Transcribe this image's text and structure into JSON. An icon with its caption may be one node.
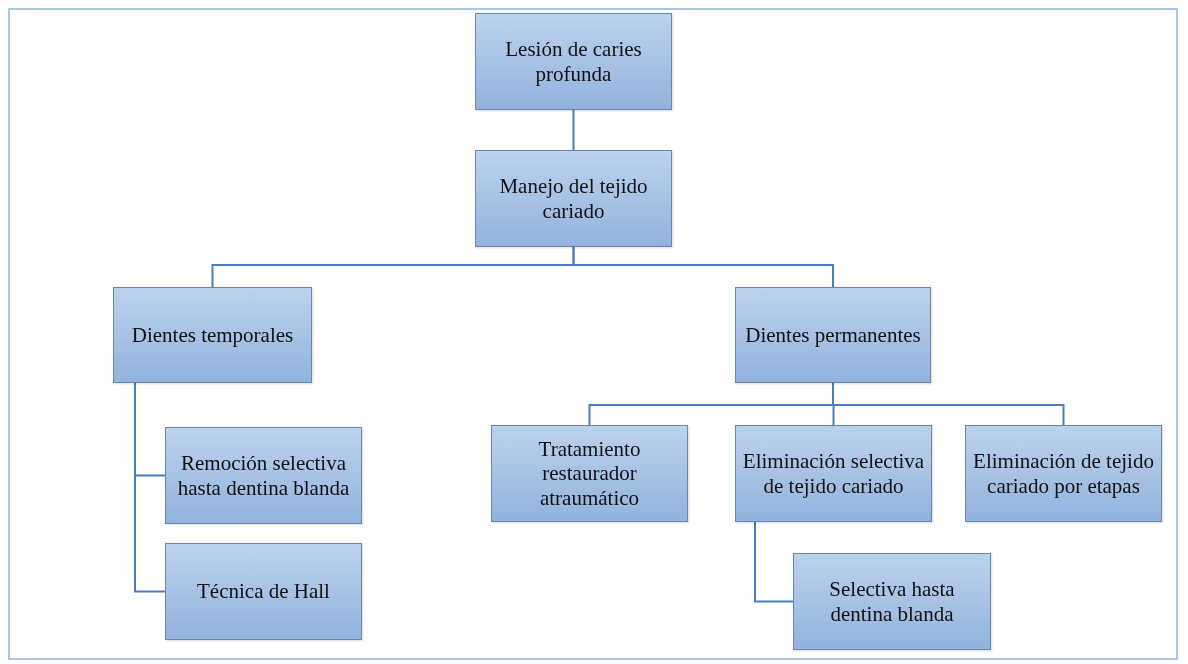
{
  "diagram": {
    "nodes": [
      {
        "text": [
          "Lesión de caries profunda"
        ]
      },
      {
        "text": [
          "Manejo del tejido cariado"
        ]
      },
      {
        "text": [
          "Dientes temporales"
        ]
      },
      {
        "text": [
          "Dientes permanentes"
        ]
      },
      {
        "text": [
          "Remoción selectiva hasta dentina blanda"
        ]
      },
      {
        "text": [
          "Técnica de Hall"
        ]
      },
      {
        "text": [
          "Tratamiento restaurador atraumático"
        ]
      },
      {
        "text": [
          "Eliminación selectiva de tejido cariado"
        ]
      },
      {
        "text": [
          "Eliminación de tejido cariado por etapas"
        ]
      },
      {
        "text": [
          "Selectiva hasta dentina blanda"
        ]
      }
    ],
    "edges": [
      {
        "from": 0,
        "to": 1,
        "arrow": "none"
      },
      {
        "from": 1,
        "to": 2,
        "arrow": "none"
      },
      {
        "from": 1,
        "to": 3,
        "arrow": "none"
      },
      {
        "from": 2,
        "to": 4,
        "arrow": "none"
      },
      {
        "from": 2,
        "to": 5,
        "arrow": "none"
      },
      {
        "from": 3,
        "to": 6,
        "arrow": "none"
      },
      {
        "from": 3,
        "to": 7,
        "arrow": "none"
      },
      {
        "from": 3,
        "to": 8,
        "arrow": "none"
      },
      {
        "from": 7,
        "to": 9,
        "arrow": "none"
      }
    ]
  }
}
